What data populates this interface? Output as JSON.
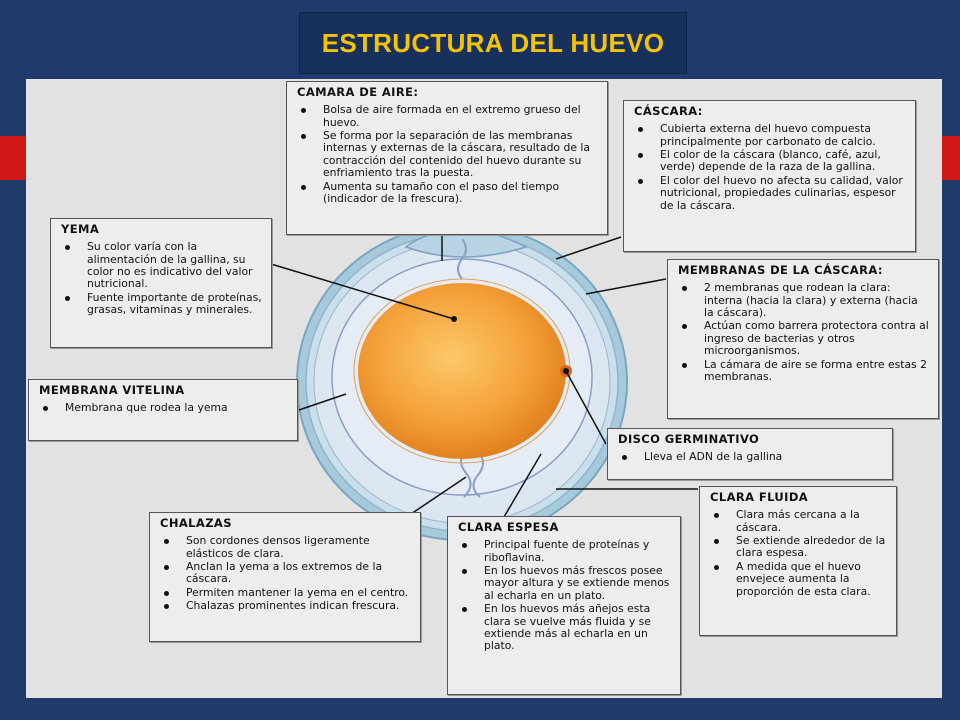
{
  "title": "ESTRUCTURA DEL HUEVO",
  "colors": {
    "background": "#1f3a6b",
    "title_text": "#f5c400",
    "accent_red": "#d01717",
    "yolk": "#f5a23a",
    "shell": "#a7c9dc"
  },
  "callouts": {
    "camara": {
      "heading": "CAMARA DE AIRE:",
      "items": [
        "Bolsa de aire formada en el extremo grueso del huevo.",
        "Se forma por la separación de las membranas internas y externas de la cáscara, resultado de la contracción del contenido del huevo durante su enfriamiento tras la puesta.",
        "Aumenta su tamaño con el paso del tiempo (indicador de la frescura)."
      ]
    },
    "cascara": {
      "heading": "CÁSCARA:",
      "items": [
        "Cubierta externa del huevo compuesta principalmente por carbonato de calcio.",
        "El color de la cáscara (blanco, café, azul, verde) depende de la raza de la gallina.",
        "El color del huevo no afecta su calidad, valor nutricional, propiedades culinarias, espesor de la cáscara."
      ]
    },
    "yema": {
      "heading": "YEMA",
      "items": [
        "Su color varía con la alimentación de la gallina, su color no es indicativo del valor nutricional.",
        "Fuente importante de proteínas, grasas, vitaminas y minerales."
      ]
    },
    "membranas": {
      "heading": "MEMBRANAS DE LA CÁSCARA:",
      "items": [
        "2 membranas que rodean la clara: interna (hacia la clara) y externa (hacia la cáscara).",
        "Actúan como barrera protectora contra al ingreso de bacterias y otros microorganismos.",
        "La cámara de aire se forma entre estas 2 membranas."
      ]
    },
    "vitelina": {
      "heading": "MEMBRANA VITELINA",
      "items": [
        "Membrana que rodea la yema"
      ]
    },
    "disco": {
      "heading": "DISCO GERMINATIVO",
      "items": [
        "Lleva el ADN de la gallina"
      ]
    },
    "clara_fluida": {
      "heading": "CLARA FLUIDA",
      "items": [
        "Clara más cercana a la cáscara.",
        "Se extiende alrededor de la clara espesa.",
        "A medida que el huevo envejece aumenta la proporción de esta clara."
      ]
    },
    "chalazas": {
      "heading": "CHALAZAS",
      "items": [
        "Son cordones densos ligeramente elásticos de clara.",
        "Anclan la yema a los extremos de la cáscara.",
        "Permiten mantener la yema en el centro.",
        "Chalazas prominentes indican frescura."
      ]
    },
    "clara_espesa": {
      "heading": "CLARA ESPESA",
      "items": [
        "Principal fuente de proteínas y riboflavina.",
        "En los huevos más frescos posee mayor altura y se extiende menos al echarla en un plato.",
        "En los huevos más añejos esta clara se vuelve más fluida y se extiende más al echarla en un plato."
      ]
    }
  }
}
